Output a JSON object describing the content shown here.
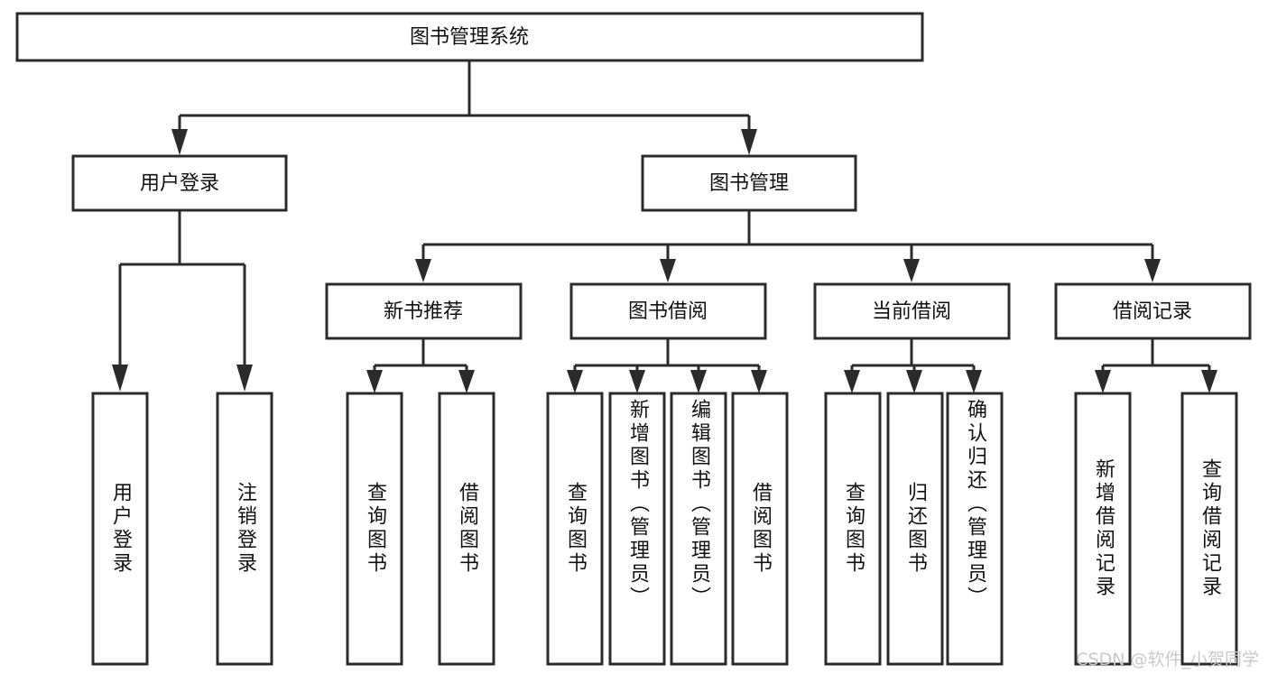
{
  "diagram": {
    "type": "tree",
    "title": "图书管理系统",
    "orientation": "top-down",
    "colors": {
      "box_stroke": "#2b2b2b",
      "box_fill": "#ffffff",
      "text": "#111111",
      "background": "#ffffff",
      "watermark": "#c9c9c9"
    },
    "root": {
      "label": "图书管理系统"
    },
    "level2": [
      {
        "label": "用户登录"
      },
      {
        "label": "图书管理"
      }
    ],
    "level3": [
      {
        "label": "新书推荐"
      },
      {
        "label": "图书借阅"
      },
      {
        "label": "当前借阅"
      },
      {
        "label": "借阅记录"
      }
    ],
    "leaves": {
      "user_login": [
        {
          "label": "用户登录"
        },
        {
          "label": "注销登录"
        }
      ],
      "new_book_recommend": [
        {
          "label": "查询图书"
        },
        {
          "label": "借阅图书"
        }
      ],
      "book_borrow": [
        {
          "label": "查询图书"
        },
        {
          "label": "新增图书（管理员）"
        },
        {
          "label": "编辑图书（管理员）"
        },
        {
          "label": "借阅图书"
        }
      ],
      "current_borrow": [
        {
          "label": "查询图书"
        },
        {
          "label": "归还图书"
        },
        {
          "label": "确认归还（管理员）"
        }
      ],
      "borrow_record": [
        {
          "label": "新增借阅记录"
        },
        {
          "label": "查询借阅记录"
        }
      ]
    }
  },
  "watermark": {
    "text": "CSDN @软件_小贺同学"
  }
}
